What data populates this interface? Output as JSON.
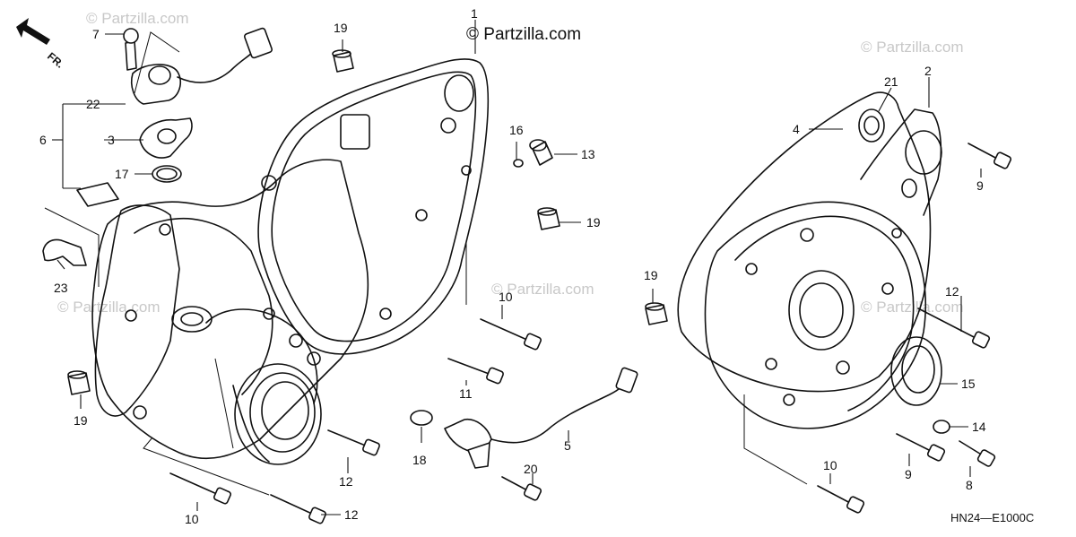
{
  "diagram": {
    "watermark_main": "© Partzilla.com",
    "watermark_faint": "© Partzilla.com",
    "direction_label": "FR.",
    "drawing_code": "HN24—E1000C",
    "callouts": {
      "c1": "1",
      "c2": "2",
      "c3": "3",
      "c4": "4",
      "c5": "5",
      "c6": "6",
      "c7": "7",
      "c8": "8",
      "c9a": "9",
      "c9b": "9",
      "c10a": "10",
      "c10b": "10",
      "c10c": "10",
      "c11": "11",
      "c12a": "12",
      "c12b": "12",
      "c12c": "12",
      "c13": "13",
      "c14": "14",
      "c15": "15",
      "c16": "16",
      "c17": "17",
      "c18": "18",
      "c19a": "19",
      "c19b": "19",
      "c19c": "19",
      "c19d": "19",
      "c20": "20",
      "c21": "21",
      "c22": "22",
      "c23": "23"
    }
  }
}
